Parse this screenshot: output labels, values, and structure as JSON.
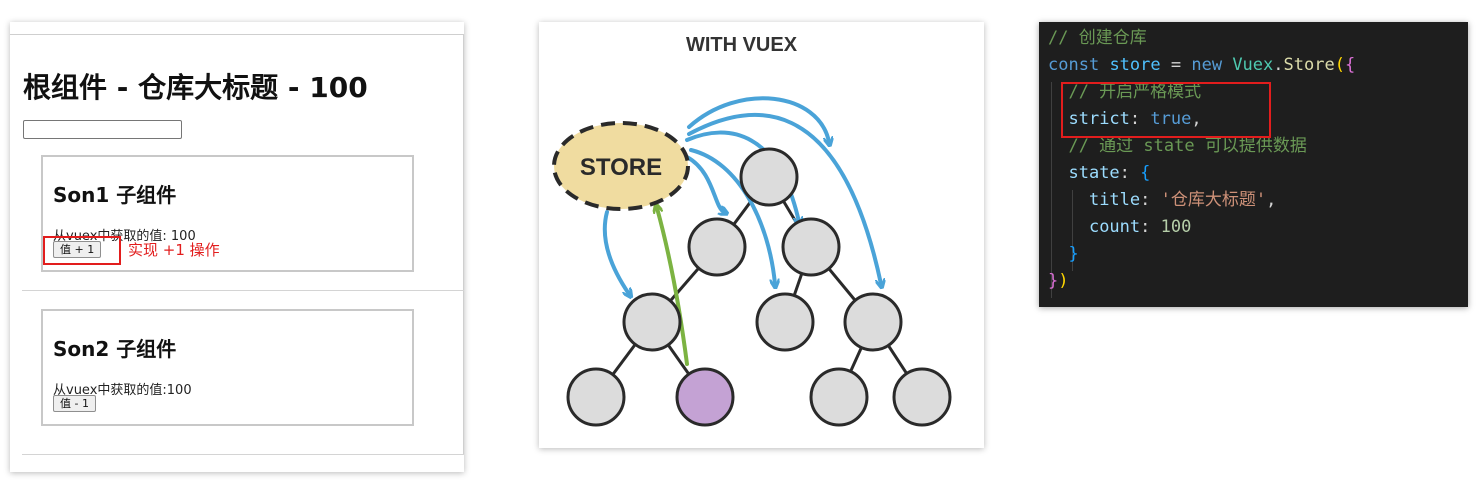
{
  "app_demo": {
    "root_title": "根组件 - 仓库大标题 - 100",
    "root_input_value": "",
    "son1": {
      "title": "Son1 子组件",
      "value_text": "从vuex中获取的值: 100",
      "button_label": "值 + 1",
      "annotation": "实现 +1 操作"
    },
    "son2": {
      "title": "Son2 子组件",
      "value_text": "从vuex中获取的值:100",
      "button_label": "值 - 1"
    }
  },
  "diagram": {
    "title": "WITH VUEX",
    "store_label": "STORE",
    "colors": {
      "store_fill": "#f0dca0",
      "node_fill": "#dcdcdc",
      "highlight_node_fill": "#c4a2d4",
      "flow_arrow": "#4aa3d8",
      "update_arrow": "#7cb342"
    }
  },
  "code": {
    "lines": [
      "// 创建仓库",
      "const store = new Vuex.Store({",
      "  // 开启严格模式",
      "  strict: true,",
      "  // 通过 state 可以提供数据",
      "  state: {",
      "    title: '仓库大标题',",
      "    count: 100",
      "  }",
      "})"
    ],
    "background": "#1e1e1e",
    "highlight_color": "#e21d1d"
  }
}
